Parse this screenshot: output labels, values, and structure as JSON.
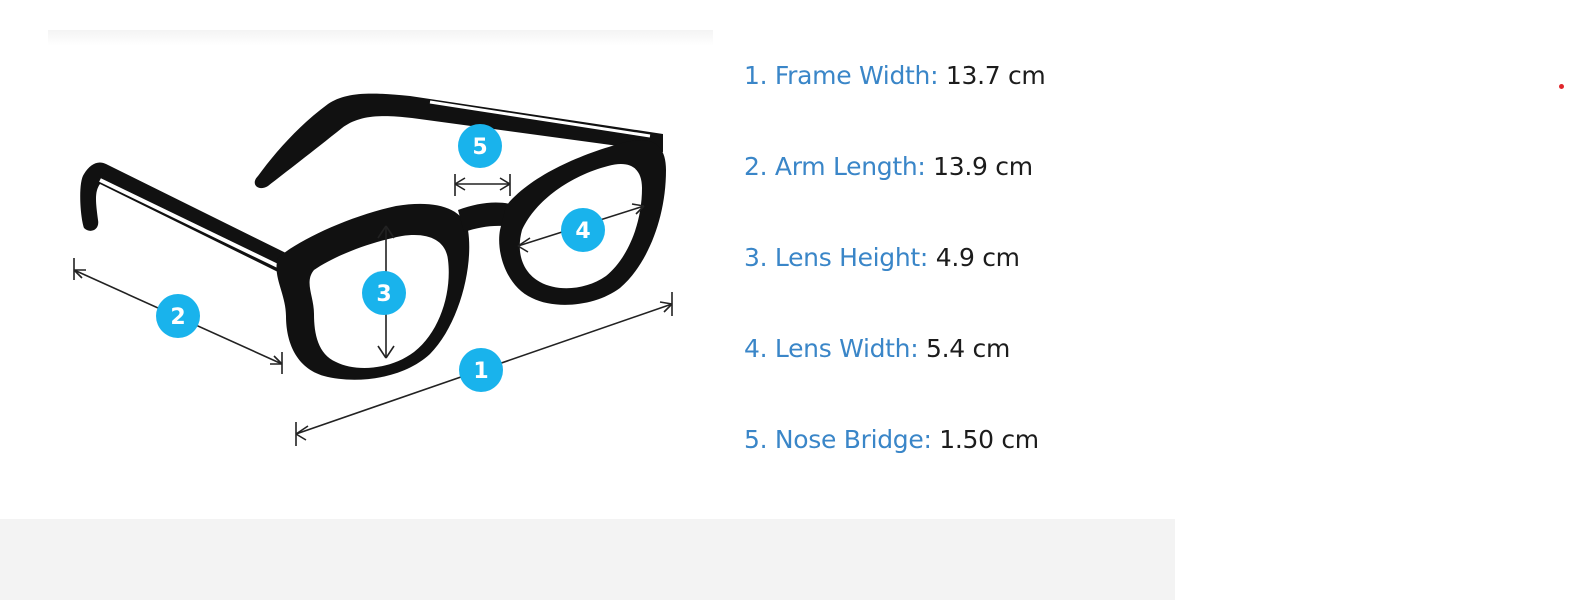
{
  "colors": {
    "label": "#3a86c8",
    "value": "#1c1c1c",
    "badge": "#19b3ec",
    "frame": "#111111",
    "footer": "#f3f3f3",
    "dot": "#e0262b"
  },
  "diagram": {
    "badges": [
      "1",
      "2",
      "3",
      "4",
      "5"
    ]
  },
  "specs": [
    {
      "label": "1. Frame Width:",
      "value": "13.7 cm"
    },
    {
      "label": "2. Arm Length:",
      "value": "13.9 cm"
    },
    {
      "label": "3. Lens Height:",
      "value": "4.9 cm"
    },
    {
      "label": "4. Lens Width:",
      "value": "5.4 cm"
    },
    {
      "label": "5. Nose Bridge:",
      "value": "1.50 cm"
    }
  ]
}
